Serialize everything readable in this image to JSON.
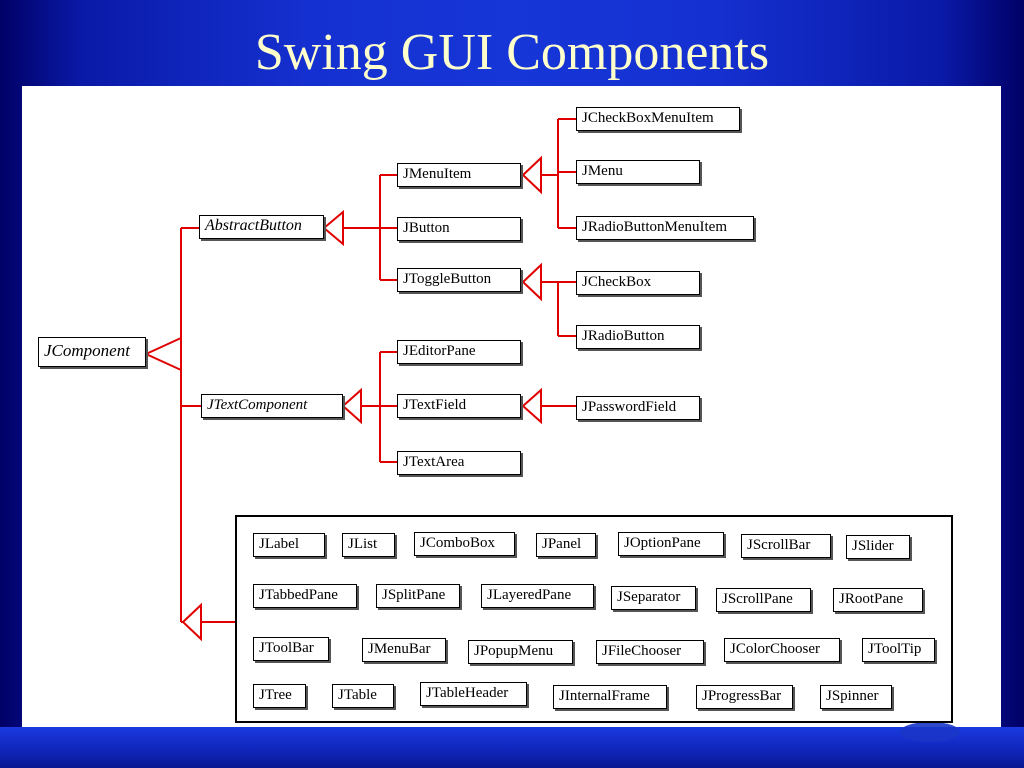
{
  "slide": {
    "title": "Swing GUI Components"
  },
  "hierarchy": {
    "root": "JComponent",
    "abstract_button": "AbstractButton",
    "text_component": "JTextComponent",
    "button_children": [
      "JMenuItem",
      "JButton",
      "JToggleButton"
    ],
    "menu_item_children": [
      "JCheckBoxMenuItem",
      "JMenu",
      "JRadioButtonMenuItem"
    ],
    "toggle_children": [
      "JCheckBox",
      "JRadioButton"
    ],
    "text_children": [
      "JEditorPane",
      "JTextField",
      "JTextArea"
    ],
    "text_field_children": [
      "JPasswordField"
    ]
  },
  "other_components": [
    [
      "JLabel",
      "JList",
      "JComboBox",
      "JPanel",
      "JOptionPane",
      "JScrollBar",
      "JSlider"
    ],
    [
      "JTabbedPane",
      "JSplitPane",
      "JLayeredPane",
      "JSeparator",
      "JScrollPane",
      "JRootPane"
    ],
    [
      "JToolBar",
      "JMenuBar",
      "JPopupMenu",
      "JFileChooser",
      "JColorChooser",
      "JToolTip"
    ],
    [
      "JTree",
      "JTable",
      "JTableHeader",
      "JInternalFrame",
      "JProgressBar",
      "JSpinner"
    ]
  ],
  "colors": {
    "connector": "#e00000",
    "title": "#ffffcc",
    "background": "#1636d8"
  }
}
